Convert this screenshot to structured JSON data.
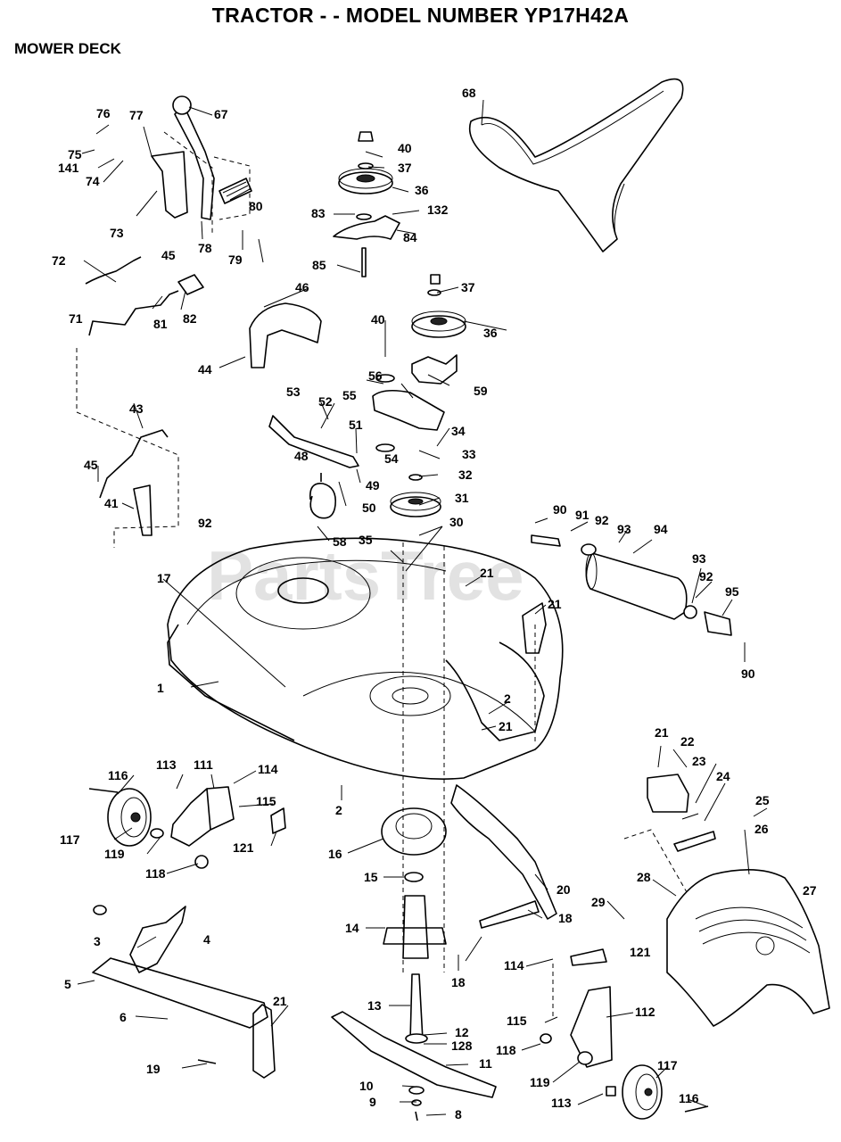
{
  "header": {
    "title": "TRACTOR - - MODEL NUMBER YP17H42A",
    "section": "MOWER DECK"
  },
  "watermark": "PartsTree",
  "part_labels": [
    "1",
    "2",
    "2",
    "3",
    "4",
    "5",
    "6",
    "8",
    "9",
    "10",
    "11",
    "12",
    "128",
    "13",
    "14",
    "15",
    "16",
    "17",
    "18",
    "18",
    "19",
    "20",
    "21",
    "21",
    "21",
    "21",
    "21",
    "22",
    "23",
    "24",
    "25",
    "26",
    "27",
    "28",
    "29",
    "30",
    "31",
    "32",
    "33",
    "34",
    "35",
    "36",
    "36",
    "37",
    "37",
    "40",
    "40",
    "41",
    "43",
    "44",
    "45",
    "45",
    "46",
    "48",
    "49",
    "50",
    "51",
    "52",
    "53",
    "54",
    "55",
    "56",
    "58",
    "59",
    "67",
    "68",
    "71",
    "72",
    "73",
    "74",
    "75",
    "76",
    "77",
    "78",
    "79",
    "80",
    "81",
    "82",
    "83",
    "84",
    "85",
    "90",
    "90",
    "91",
    "92",
    "92",
    "92",
    "93",
    "93",
    "94",
    "95",
    "111",
    "112",
    "113",
    "113",
    "114",
    "114",
    "115",
    "115",
    "116",
    "116",
    "117",
    "117",
    "118",
    "118",
    "119",
    "119",
    "121",
    "121",
    "132",
    "141"
  ]
}
